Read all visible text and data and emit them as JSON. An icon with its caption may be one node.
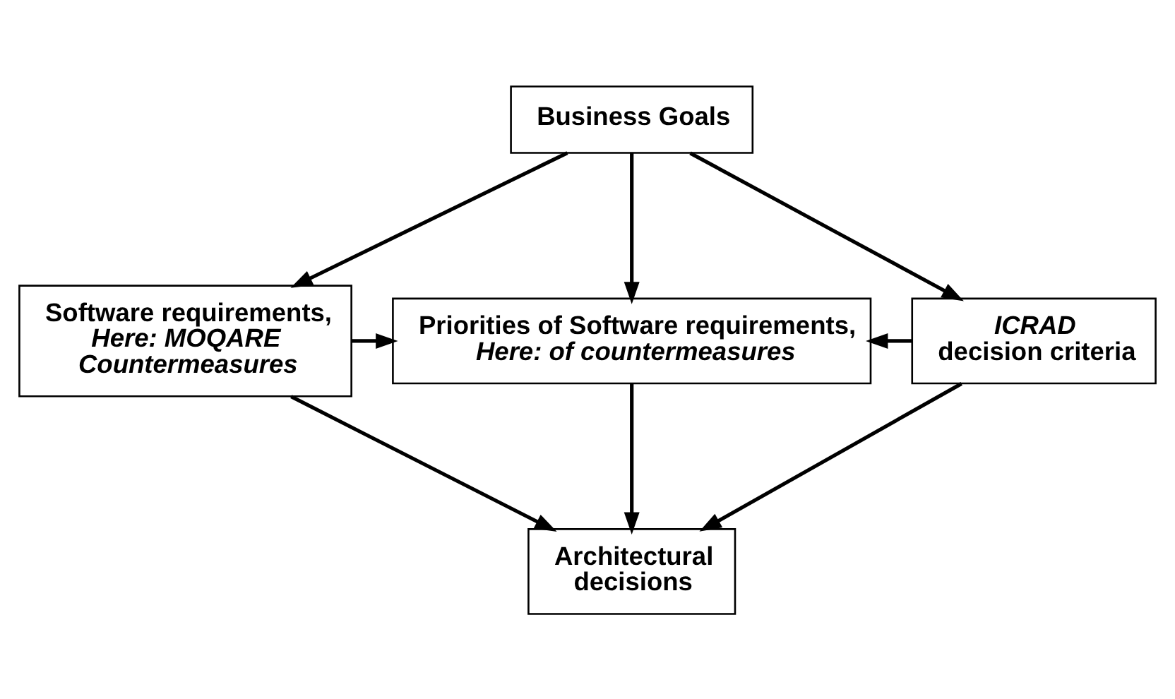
{
  "diagram": {
    "nodes": [
      {
        "text": [
          "Business Goals"
        ]
      },
      {
        "text": [
          "Software requirements,",
          "Here: MOQARE Countermeasures"
        ]
      },
      {
        "text": [
          "Priorities of Software requirements,",
          "Here: of countermeasures"
        ]
      },
      {
        "text": [
          "ICRAD",
          "decision criteria"
        ]
      },
      {
        "text": [
          "Architectural decisions"
        ]
      }
    ],
    "edges": [
      {
        "from": 0,
        "to": 1,
        "arrow": "to"
      },
      {
        "from": 0,
        "to": 2,
        "arrow": "to"
      },
      {
        "from": 0,
        "to": 3,
        "arrow": "to"
      },
      {
        "from": 1,
        "to": 2,
        "arrow": "to"
      },
      {
        "from": 3,
        "to": 2,
        "arrow": "to"
      },
      {
        "from": 1,
        "to": 4,
        "arrow": "to"
      },
      {
        "from": 2,
        "to": 4,
        "arrow": "to"
      },
      {
        "from": 3,
        "to": 4,
        "arrow": "to"
      }
    ]
  }
}
